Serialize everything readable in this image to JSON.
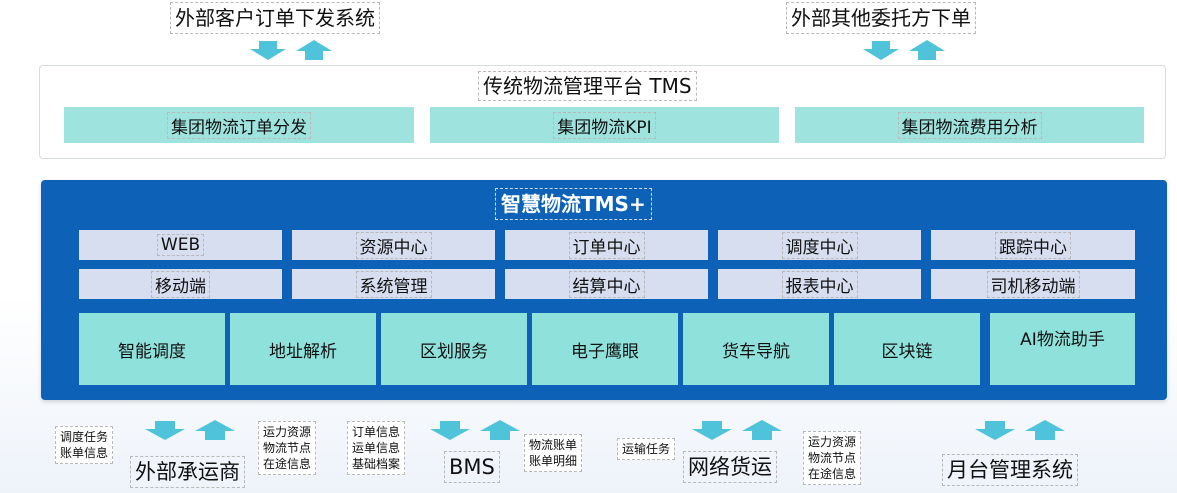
{
  "top": {
    "left_label": "外部客户订单下发系统",
    "right_label": "外部其他委托方下单"
  },
  "tms": {
    "title": "传统物流管理平台 TMS",
    "bars": [
      "集团物流订单分发",
      "集团物流KPI",
      "集团物流费用分析"
    ]
  },
  "tms_plus": {
    "title": "智慧物流TMS+",
    "row1": [
      "WEB",
      "资源中心",
      "订单中心",
      "调度中心",
      "跟踪中心"
    ],
    "row2": [
      "移动端",
      "系统管理",
      "结算中心",
      "报表中心",
      "司机移动端"
    ],
    "services": [
      "智能调度",
      "地址解析",
      "区划服务",
      "电子鹰眼",
      "货车导航",
      "区块链",
      "AI物流助手"
    ]
  },
  "bottom": {
    "carrier": {
      "note_left": [
        "调度任务",
        "账单信息"
      ],
      "note_right": [
        "运力资源",
        "物流节点",
        "在途信息"
      ],
      "name": "外部承运商"
    },
    "bms": {
      "note_left": [
        "订单信息",
        "运单信息",
        "基础档案"
      ],
      "note_right": [
        "物流账单",
        "账单明细"
      ],
      "name": "BMS"
    },
    "freight": {
      "note_left": [
        "运输任务"
      ],
      "note_right": [
        "运力资源",
        "物流节点",
        "在途信息"
      ],
      "name": "网络货运"
    },
    "platform": {
      "name": "月台管理系统"
    }
  },
  "colors": {
    "arrow": "#4fc3d9",
    "tms_plus_bg": "#0d62b7",
    "teal": "#9fe3de",
    "module": "#d7def0",
    "service": "#8fe2dc"
  },
  "icons": [
    "arrow-down-icon",
    "arrow-up-icon"
  ]
}
